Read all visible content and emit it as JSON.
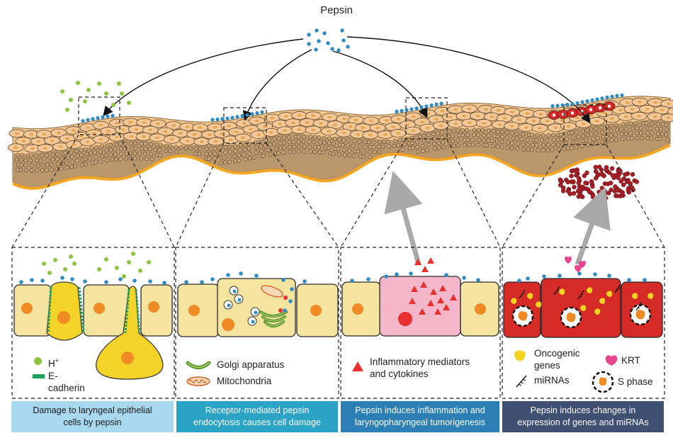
{
  "title": "Pepsin",
  "panels": [
    {
      "legend": [
        {
          "symbol": "green-dot",
          "label": "H",
          "sup": "+"
        },
        {
          "symbol": "green-bar",
          "label": "E-cadherin"
        }
      ],
      "caption": [
        "Damage to laryngeal epithelial",
        "cells by pepsin"
      ],
      "caption_bg": "#a8d8ee",
      "caption_color": "#1a1a1a"
    },
    {
      "legend": [
        {
          "symbol": "golgi",
          "label": "Golgi apparatus"
        },
        {
          "symbol": "mitochondria",
          "label": "Mitochondria"
        }
      ],
      "caption": [
        "Receptor-mediated pepsin",
        "endocytosis causes cell damage"
      ],
      "caption_bg": "#2ba3c6",
      "caption_color": "#ffffff"
    },
    {
      "legend": [
        {
          "symbol": "red-triangle",
          "label": "Inflammatory mediators\nand cytokines"
        }
      ],
      "caption": [
        "Pepsin induces inflammation and",
        "laryngopharyngeal tumorigenesis"
      ],
      "caption_bg": "#2b7fb5",
      "caption_color": "#ffffff"
    },
    {
      "legend": [
        {
          "symbol": "yellow-blob",
          "label": "Oncogenic\ngenes"
        },
        {
          "symbol": "pink-blob",
          "label": "KRT"
        },
        {
          "symbol": "mirna",
          "label": "miRNAs"
        },
        {
          "symbol": "s-phase",
          "label": "S phase"
        }
      ],
      "caption": [
        "Pepsin induces changes in",
        "expression of genes and miRNAs"
      ],
      "caption_bg": "#3f4f72",
      "caption_color": "#ffffff"
    }
  ],
  "colors": {
    "pepsin": "#2e8bc4",
    "proton": "#8cc63f",
    "ecadherin": "#1fa05a",
    "cell_fill": "#f4e4a0",
    "cell_border": "#333333",
    "nucleus": "#f08a24",
    "damaged_cell": "#f3d327",
    "inflamed_cell": "#f4b6c8",
    "tumor_cell": "#d62a27",
    "epithelium": "#f2c58c",
    "basal_layer": "#b08d67",
    "basement": "#f5a623",
    "arrow_gray": "#a9a9a9"
  }
}
